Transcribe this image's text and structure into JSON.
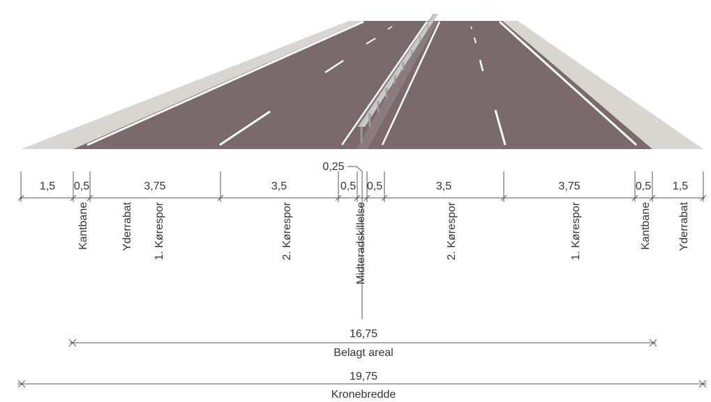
{
  "colors": {
    "asphalt": "#7a6a6b",
    "asphalt_far": "#8a7c7d",
    "shoulder": "#d9d5d0",
    "shoulder_edge": "#c9c4be",
    "marking": "#ffffff",
    "barrier": "#c8c8c8",
    "barrier_dark": "#9a9a9a",
    "text": "#333333"
  },
  "segments": [
    {
      "width": "1,5",
      "label": "Yderrabat"
    },
    {
      "width": "0,5",
      "label": "Kantbane"
    },
    {
      "width": "3,75",
      "label": "1. Kørespor"
    },
    {
      "width": "3,5",
      "label": "2. Kørespor"
    },
    {
      "width": "0,5",
      "label": ""
    },
    {
      "width": "0,5",
      "label": ""
    },
    {
      "width": "3,5",
      "label": "2. Kørespor"
    },
    {
      "width": "3,75",
      "label": "1. Kørespor"
    },
    {
      "width": "0,5",
      "label": "Kantbane"
    },
    {
      "width": "1,5",
      "label": "Yderrabat"
    }
  ],
  "median": {
    "width": "0,25",
    "label": "Midteradskillelse"
  },
  "totals": {
    "paved_value": "16,75",
    "paved_label": "Belagt areal",
    "crown_value": "19,75",
    "crown_label": "Kronebredde"
  }
}
